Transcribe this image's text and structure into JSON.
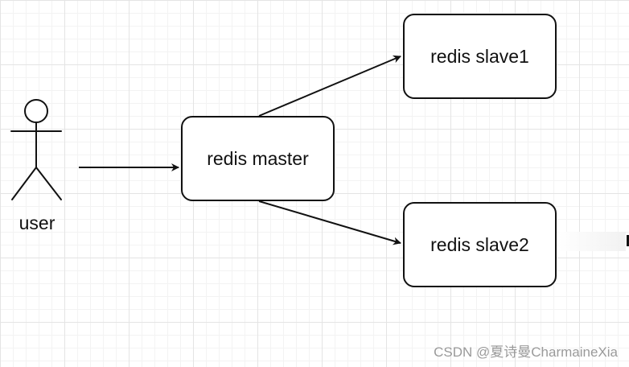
{
  "diagram": {
    "actor": {
      "label": "user"
    },
    "nodes": {
      "master": {
        "label": "redis master"
      },
      "slave1": {
        "label": "redis slave1"
      },
      "slave2": {
        "label": "redis slave2"
      }
    },
    "edges": [
      {
        "from": "user",
        "to": "master"
      },
      {
        "from": "master",
        "to": "slave1"
      },
      {
        "from": "master",
        "to": "slave2"
      }
    ]
  },
  "watermark": {
    "text": "CSDN @夏诗曼CharmaineXia"
  },
  "colors": {
    "stroke": "#111111",
    "grid_major": "#e4e4e4",
    "grid_minor": "#f3f3f3",
    "watermark": "#9a9a9a"
  }
}
